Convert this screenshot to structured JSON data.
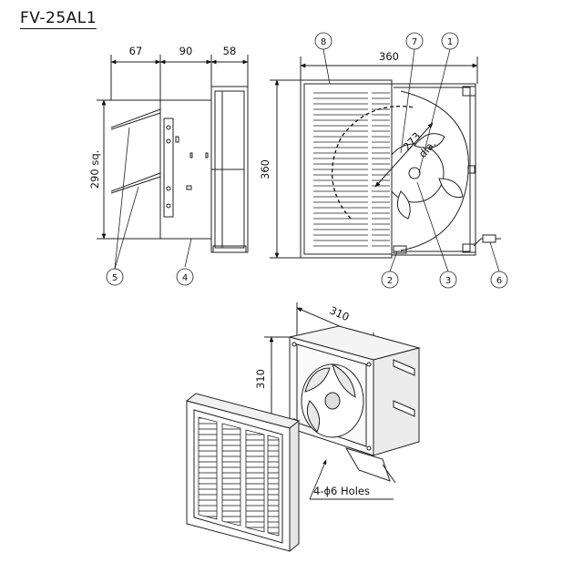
{
  "title": "FV-25AL1",
  "side_view": {
    "dim_depth_a": "67",
    "dim_depth_b": "90",
    "dim_depth_c": "58",
    "dim_height": "290 sq."
  },
  "front_view": {
    "dim_width": "360",
    "dim_height": "360",
    "dim_fan_dia_value": "273",
    "dim_fan_dia_unit": "dia."
  },
  "iso_view": {
    "dim_width": "310",
    "dim_height": "310",
    "holes_note": "4-ϕ6 Holes"
  },
  "callouts": [
    "1",
    "2",
    "3",
    "4",
    "5",
    "6",
    "7",
    "8"
  ]
}
